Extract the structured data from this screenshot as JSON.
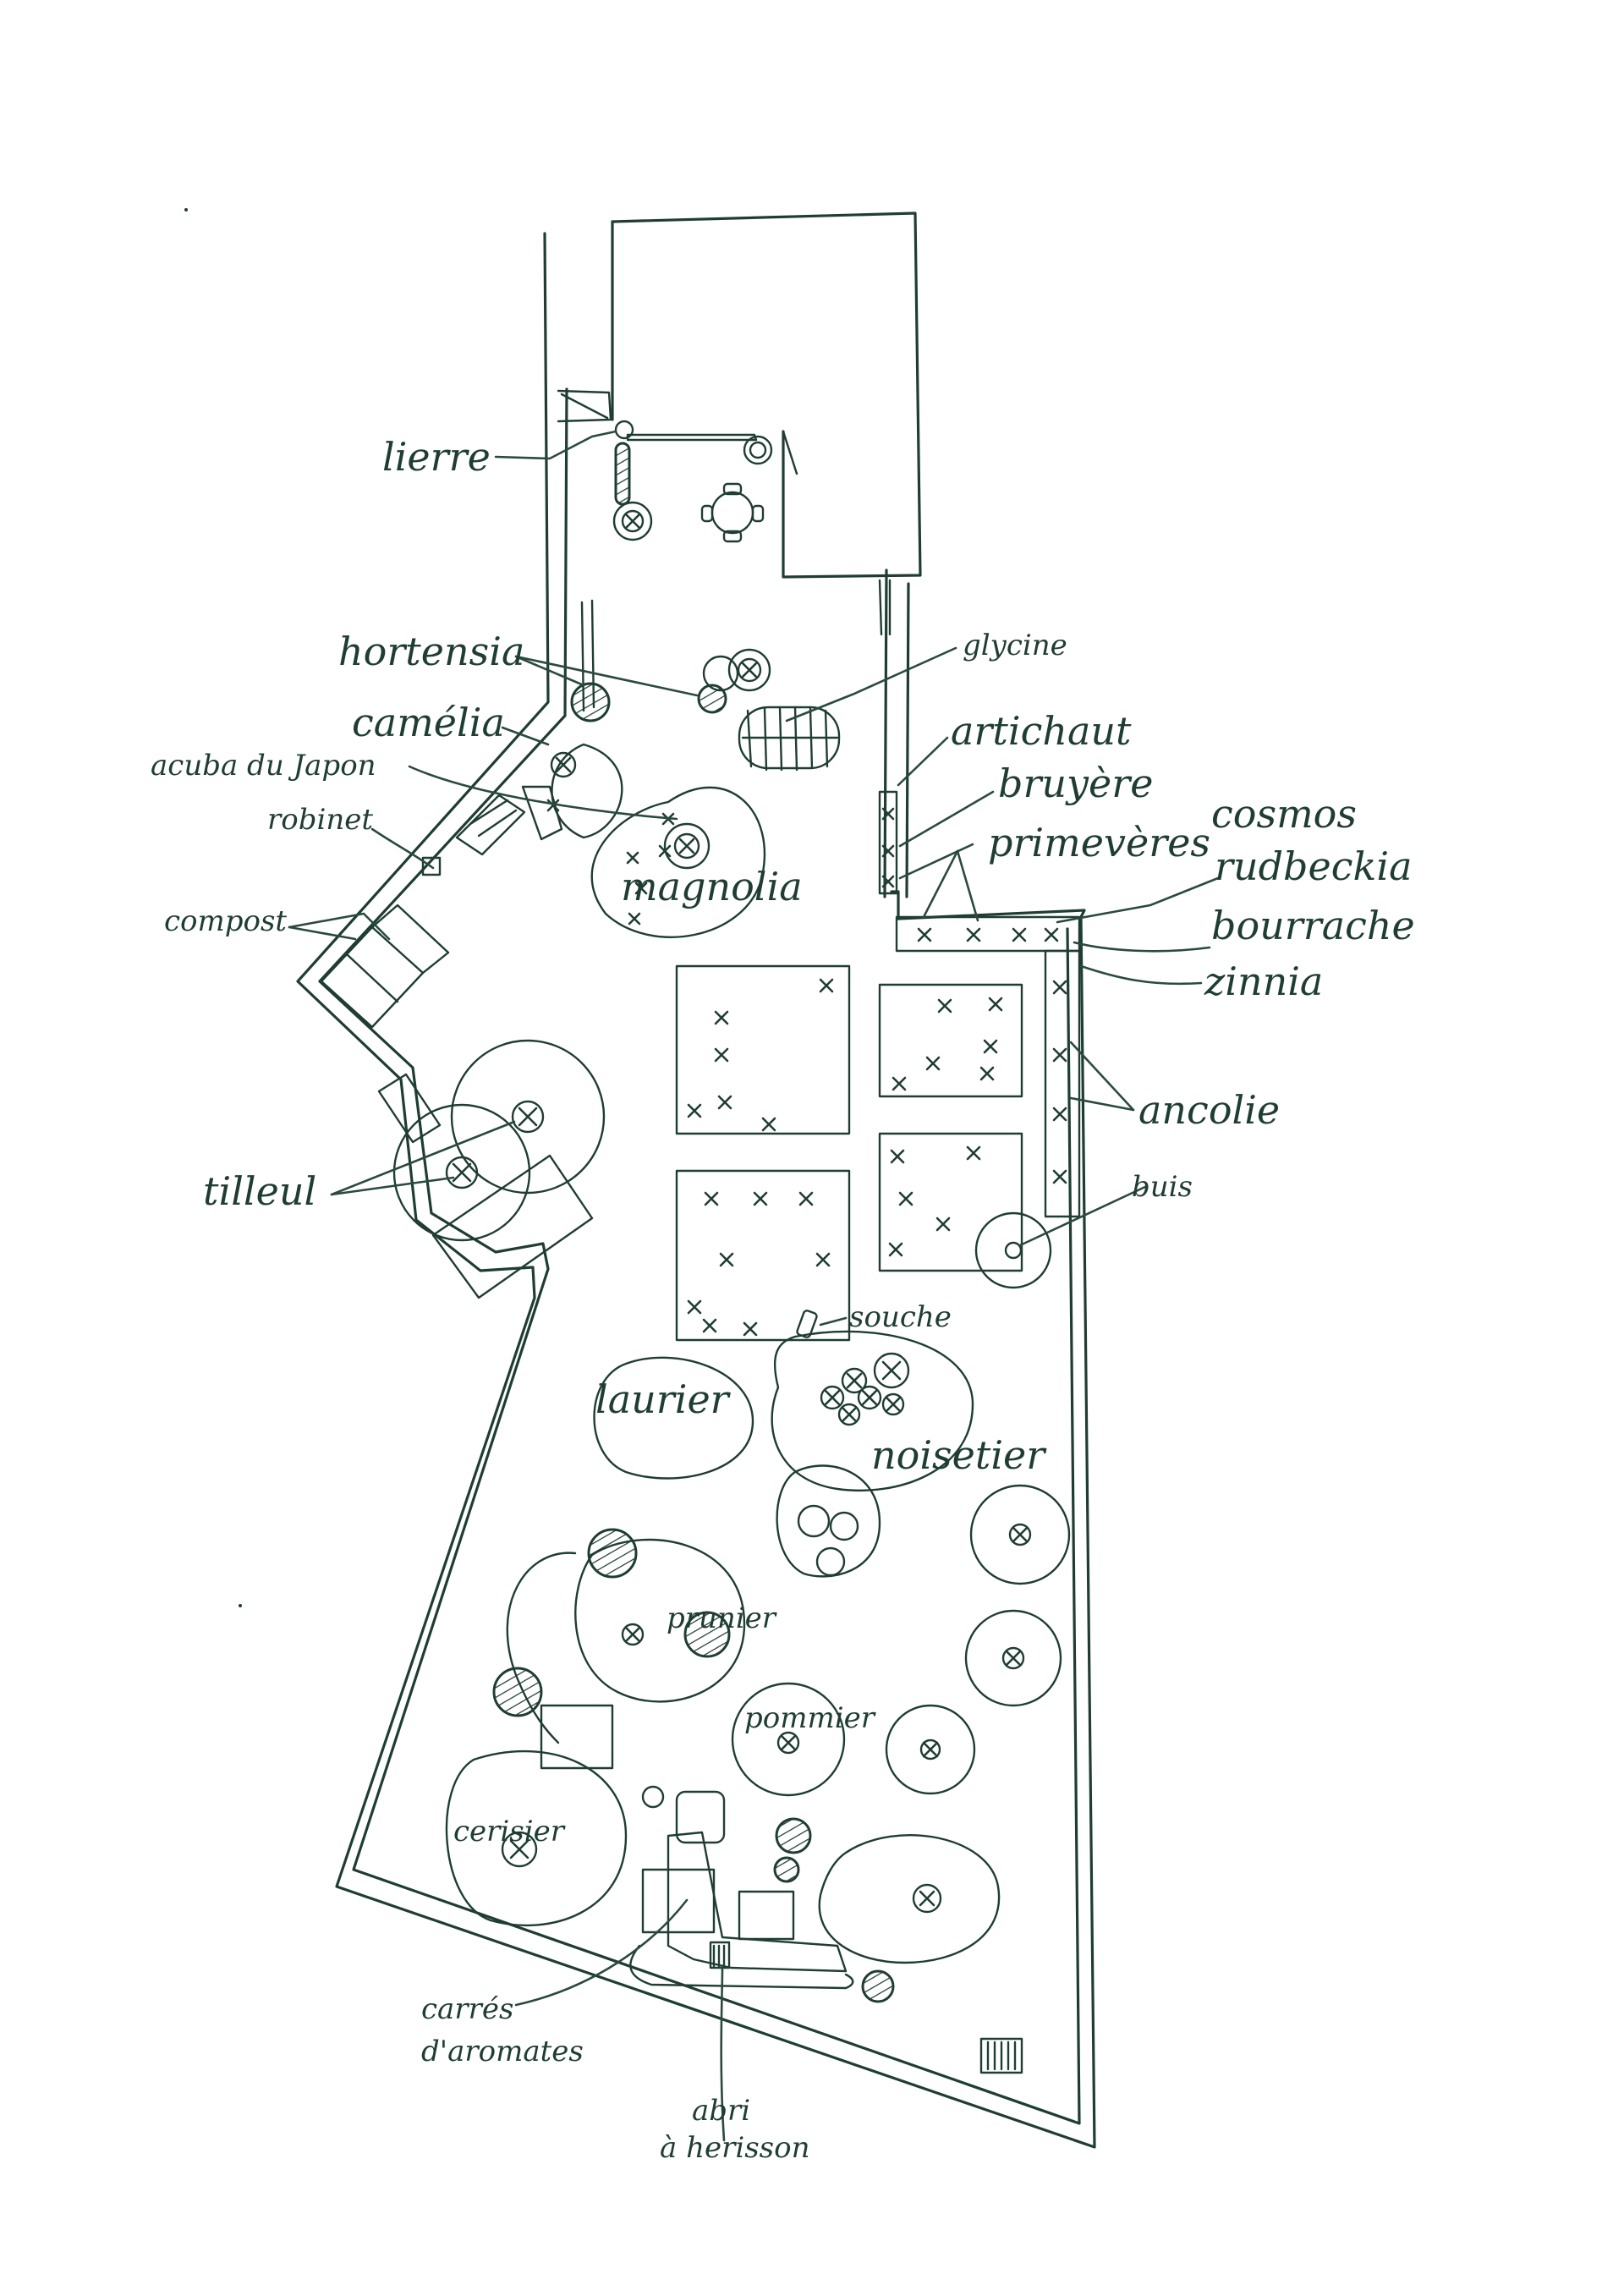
{
  "colors": {
    "ink": "#1f3d33",
    "paper": "#ffffff"
  },
  "labels": {
    "lierre": "lierre",
    "hortensia": "hortensia",
    "glycine": "glycine",
    "camelia": "camélia",
    "aucuba": "acuba du Japon",
    "robinet": "robinet",
    "artichaut": "artichaut",
    "bruyere": "bruyère",
    "cosmos": "cosmos",
    "primeveres": "primevères",
    "rudbeckia": "rudbeckia",
    "bourrache": "bourrache",
    "zinnia": "zinnia",
    "compost": "compost",
    "magnolia": "magnolia",
    "ancolie": "ancolie",
    "tilleul": "tilleul",
    "buis": "buis",
    "souche": "souche",
    "laurier": "laurier",
    "noisetier": "noisetier",
    "prunier": "prunier",
    "pommier": "pommier",
    "cerisier": "cerisier",
    "carres_line1": "carrés",
    "carres_line2": "d'aromates",
    "abri_line1": "abri",
    "abri_line2": "à herisson"
  }
}
